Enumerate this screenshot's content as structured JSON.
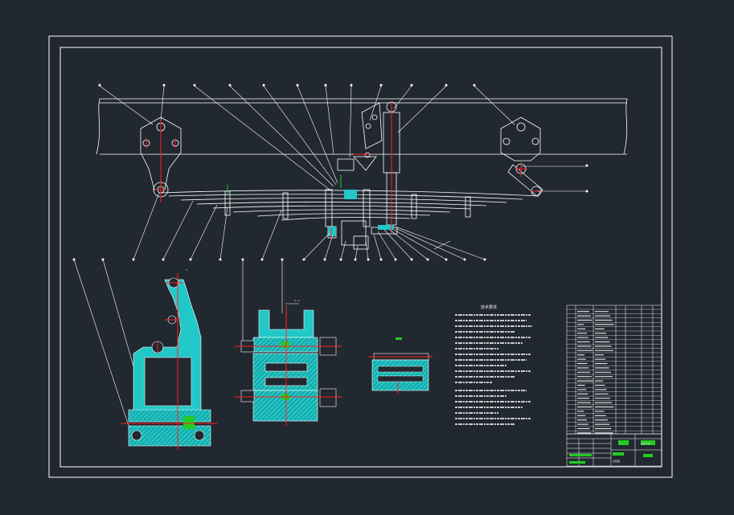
{
  "app": {
    "title": "CAD drawing viewer"
  },
  "drawing": {
    "background": "#212830",
    "line_color": "#ffffff",
    "section_color": "#22c7c7",
    "accent_red": "#ff2020",
    "accent_green": "#22cc22",
    "notes_title": "技术要求",
    "title_block": {
      "company": "某某大学",
      "drawing_no": "总装图"
    }
  }
}
